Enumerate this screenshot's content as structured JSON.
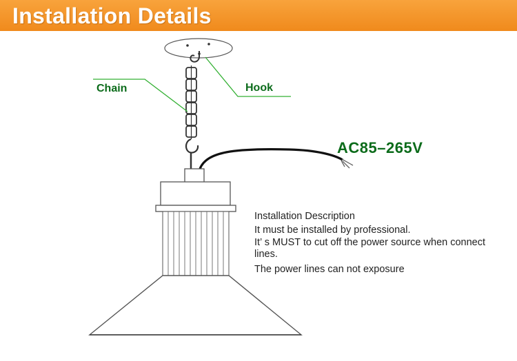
{
  "header": {
    "title": "Installation Details",
    "color": "#f29022"
  },
  "diagram": {
    "labels": {
      "chain": "Chain",
      "hook": "Hook",
      "voltage": "AC85–265V"
    },
    "label_color": "#0b6b1a",
    "pointer_color": "#33b033"
  },
  "description": {
    "title": "Installation Description",
    "lines": [
      "It must be installed by professional.",
      "It’ s MUST to cut off the power source when connect lines.",
      "The power lines can not exposure"
    ]
  }
}
